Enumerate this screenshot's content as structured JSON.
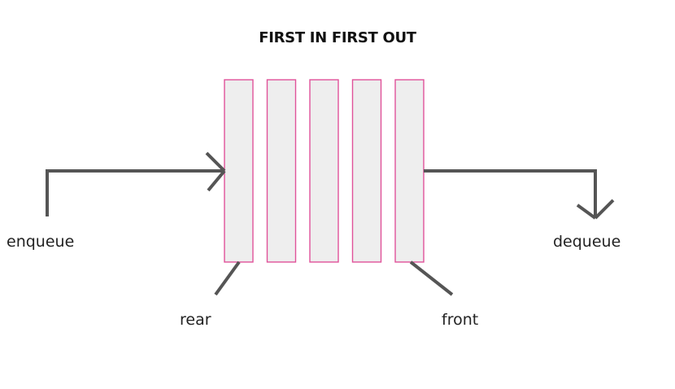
{
  "diagram": {
    "title": "FIRST IN FIRST OUT",
    "labels": {
      "enqueue": "enqueue",
      "dequeue": "dequeue",
      "rear": "rear",
      "front": "front"
    },
    "queue_slot_count": 5,
    "colors": {
      "slot_fill": "#eeeeee",
      "slot_border": "#e0529a",
      "arrow": "#555555",
      "text": "#222222"
    }
  }
}
